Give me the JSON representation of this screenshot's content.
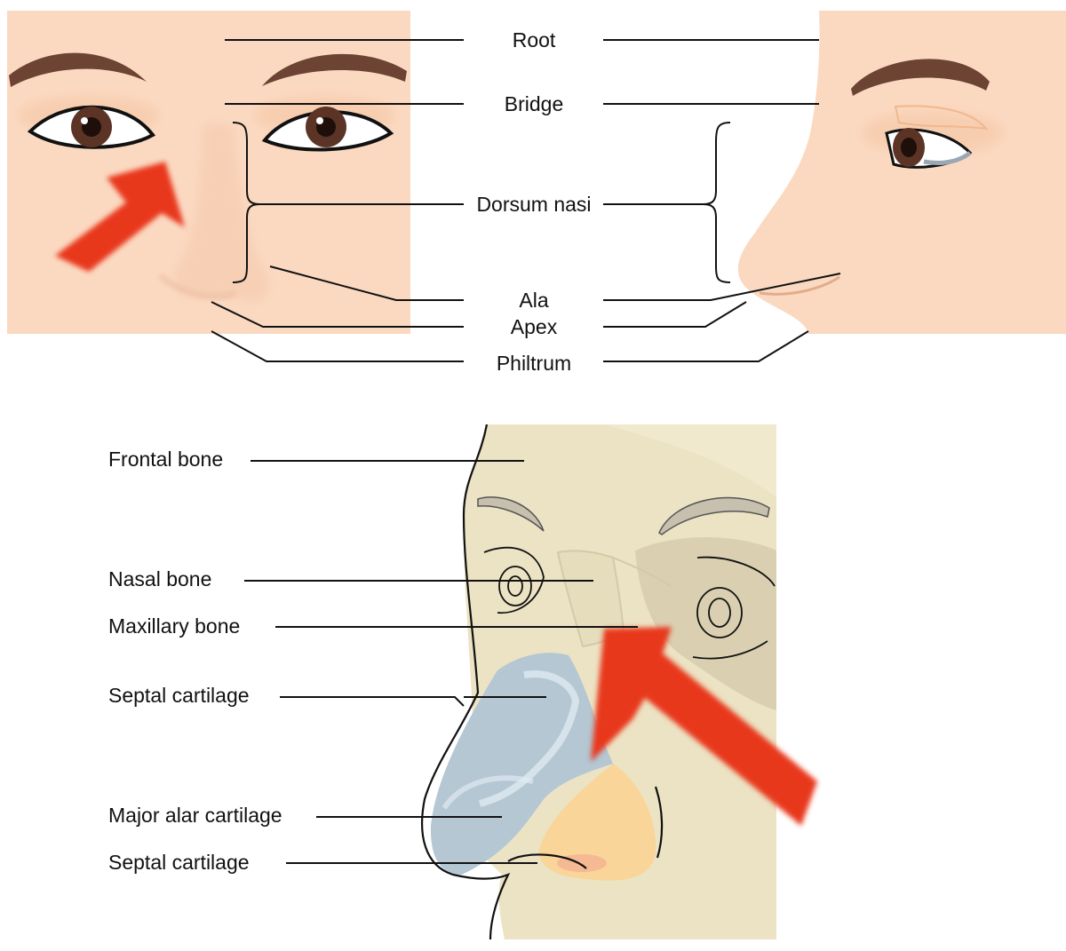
{
  "top_labels": {
    "root": "Root",
    "bridge": "Bridge",
    "dorsum_nasi": "Dorsum nasi",
    "ala": "Ala",
    "apex": "Apex",
    "philtrum": "Philtrum"
  },
  "bottom_labels": {
    "frontal_bone": "Frontal bone",
    "nasal_bone": "Nasal bone",
    "maxillary_bone": "Maxillary bone",
    "septal_cartilage_upper": "Septal cartilage",
    "major_alar_cartilage": "Major alar cartilage",
    "septal_cartilage_lower": "Septal cartilage"
  },
  "colors": {
    "skin": "#fbd9c1",
    "skull": "#ece3c4",
    "cartilage_blue": "#b4c7d3",
    "cartilage_orange": "#f9d59a",
    "arrow_red": "#e8371e",
    "iris": "#5b3426",
    "brow": "#6d4333"
  }
}
